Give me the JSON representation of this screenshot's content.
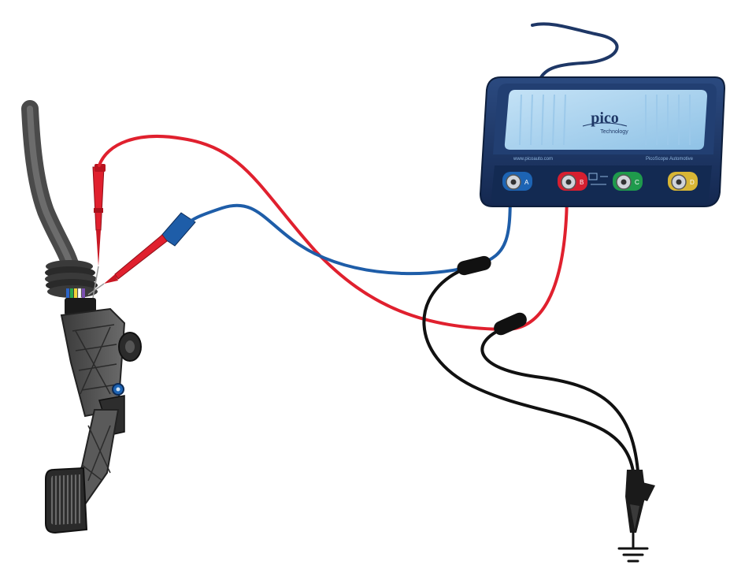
{
  "device": {
    "brand": "pico",
    "sub_brand": "Technology",
    "url": "www.picoauto.com",
    "model": "PicoScope Automotive",
    "body_color": "#1e3766",
    "panel_color": "#a9d2ee",
    "channels": [
      {
        "label": "A",
        "color": "#1d64b4"
      },
      {
        "label": "B",
        "color": "#d61f30"
      },
      {
        "label": "C",
        "color": "#1f9a4c"
      },
      {
        "label": "D",
        "color": "#d8b635"
      }
    ]
  },
  "leads": {
    "red_color": "#e0202e",
    "blue_color": "#1e5da8",
    "ground_color": "#111111"
  },
  "icons": {
    "ground": "ground-symbol-icon",
    "pedal": "accelerator-pedal-icon",
    "clip": "crocodile-clip-icon"
  }
}
